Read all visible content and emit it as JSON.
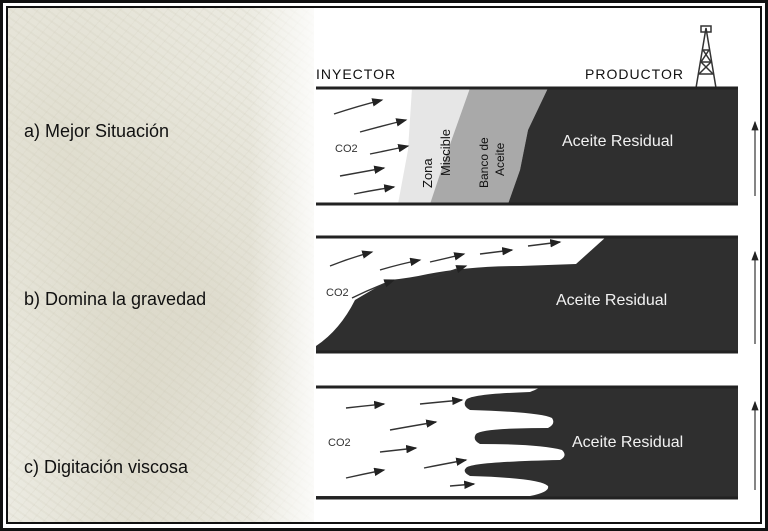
{
  "header": {
    "injector": "INYECTOR",
    "producer": "PRODUCTOR"
  },
  "cases": [
    {
      "label": "a) Mejor  Situación",
      "gas": "CO2",
      "zone_miscible_line1": "Zona",
      "zone_miscible_line2": "Miscible",
      "oil_bank_line1": "Banco de",
      "oil_bank_line2": "Aceite",
      "residual": "Aceite Residual"
    },
    {
      "label": "b) Domina la gravedad",
      "gas": "CO2",
      "residual": "Aceite Residual"
    },
    {
      "label": "c) Digitación viscosa",
      "gas": "CO2",
      "residual": "Aceite Residual"
    }
  ],
  "colors": {
    "oil": "#2f2f2f",
    "miscible": "#e6e6e6",
    "bank": "#a9a9a9",
    "gas_zone": "#ffffff"
  },
  "icons": [
    "drilling-rig-icon",
    "flow-arrow-icon",
    "production-arrow-icon"
  ]
}
